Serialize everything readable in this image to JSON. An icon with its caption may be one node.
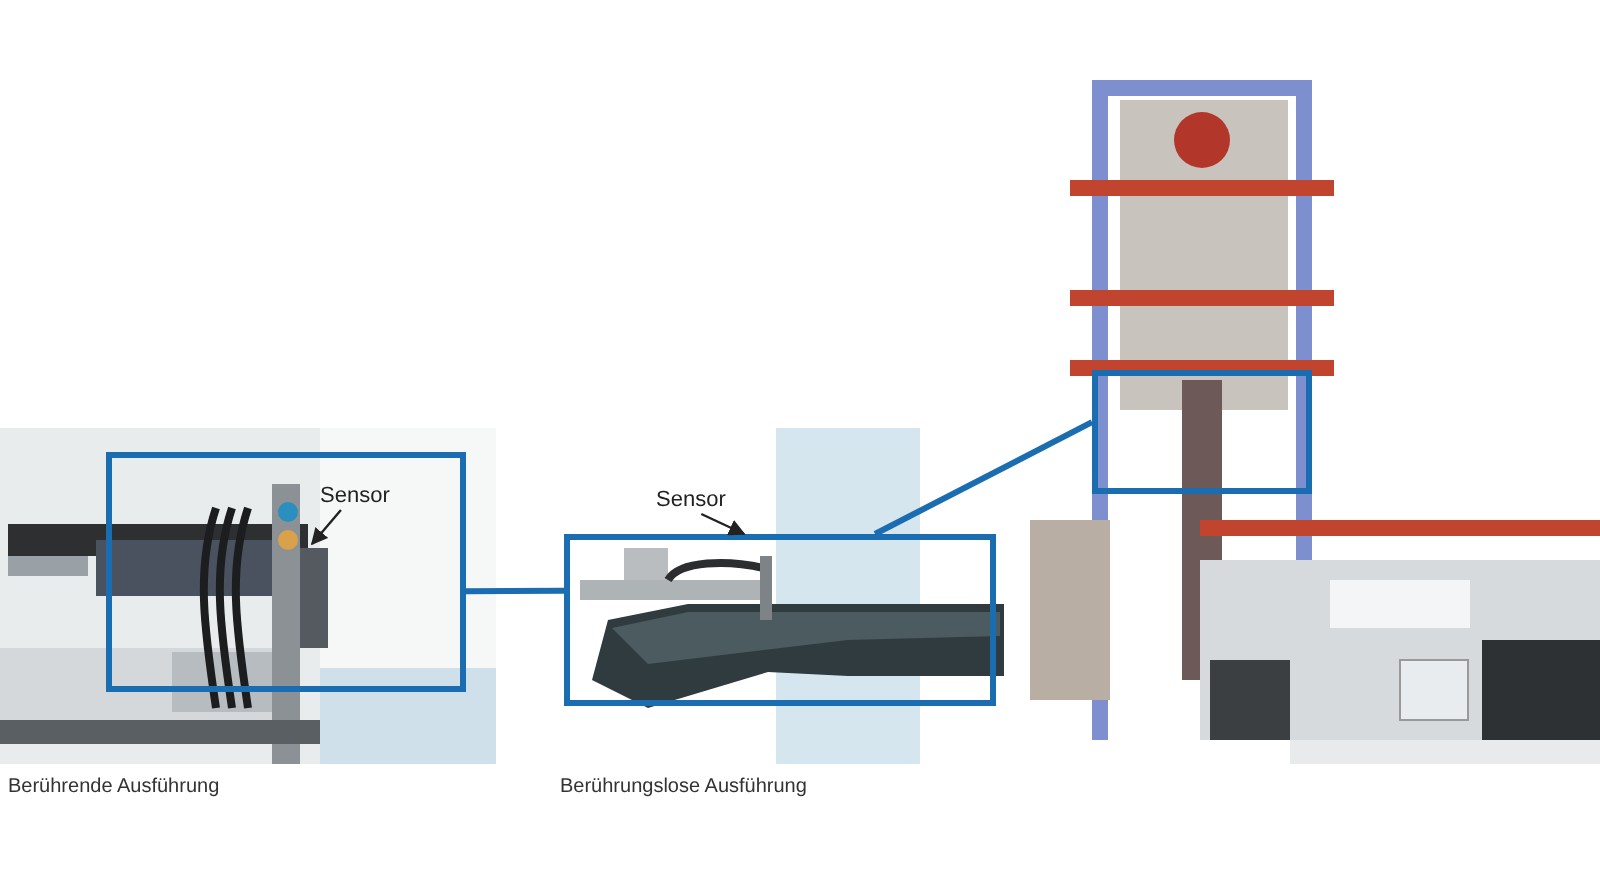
{
  "diagram": {
    "nodes": [
      {
        "text": [],
        "shape": "picture"
      },
      {
        "text": [],
        "shape": "box",
        "in": 0
      },
      {
        "text": [
          "Sensor"
        ],
        "in": 1
      },
      {
        "text": [],
        "shape": "picture"
      },
      {
        "text": [],
        "shape": "box",
        "in": 3
      },
      {
        "text": [
          "Sensor"
        ],
        "in": 3
      },
      {
        "text": [],
        "shape": "picture"
      },
      {
        "text": [],
        "shape": "box",
        "in": 6
      }
    ],
    "edges": [
      {
        "from": 1,
        "to": 4,
        "arrow": "none",
        "style": "thick"
      },
      {
        "from": 4,
        "to": 7,
        "arrow": "none",
        "style": "thick"
      },
      {
        "from": 2,
        "to": null,
        "arrow": "to",
        "color": "#222222"
      },
      {
        "from": 5,
        "to": 4,
        "arrow": "to",
        "color": "#222222"
      }
    ],
    "labels": [
      "Berührende Ausführung",
      "Berührungslose Ausführung"
    ]
  }
}
